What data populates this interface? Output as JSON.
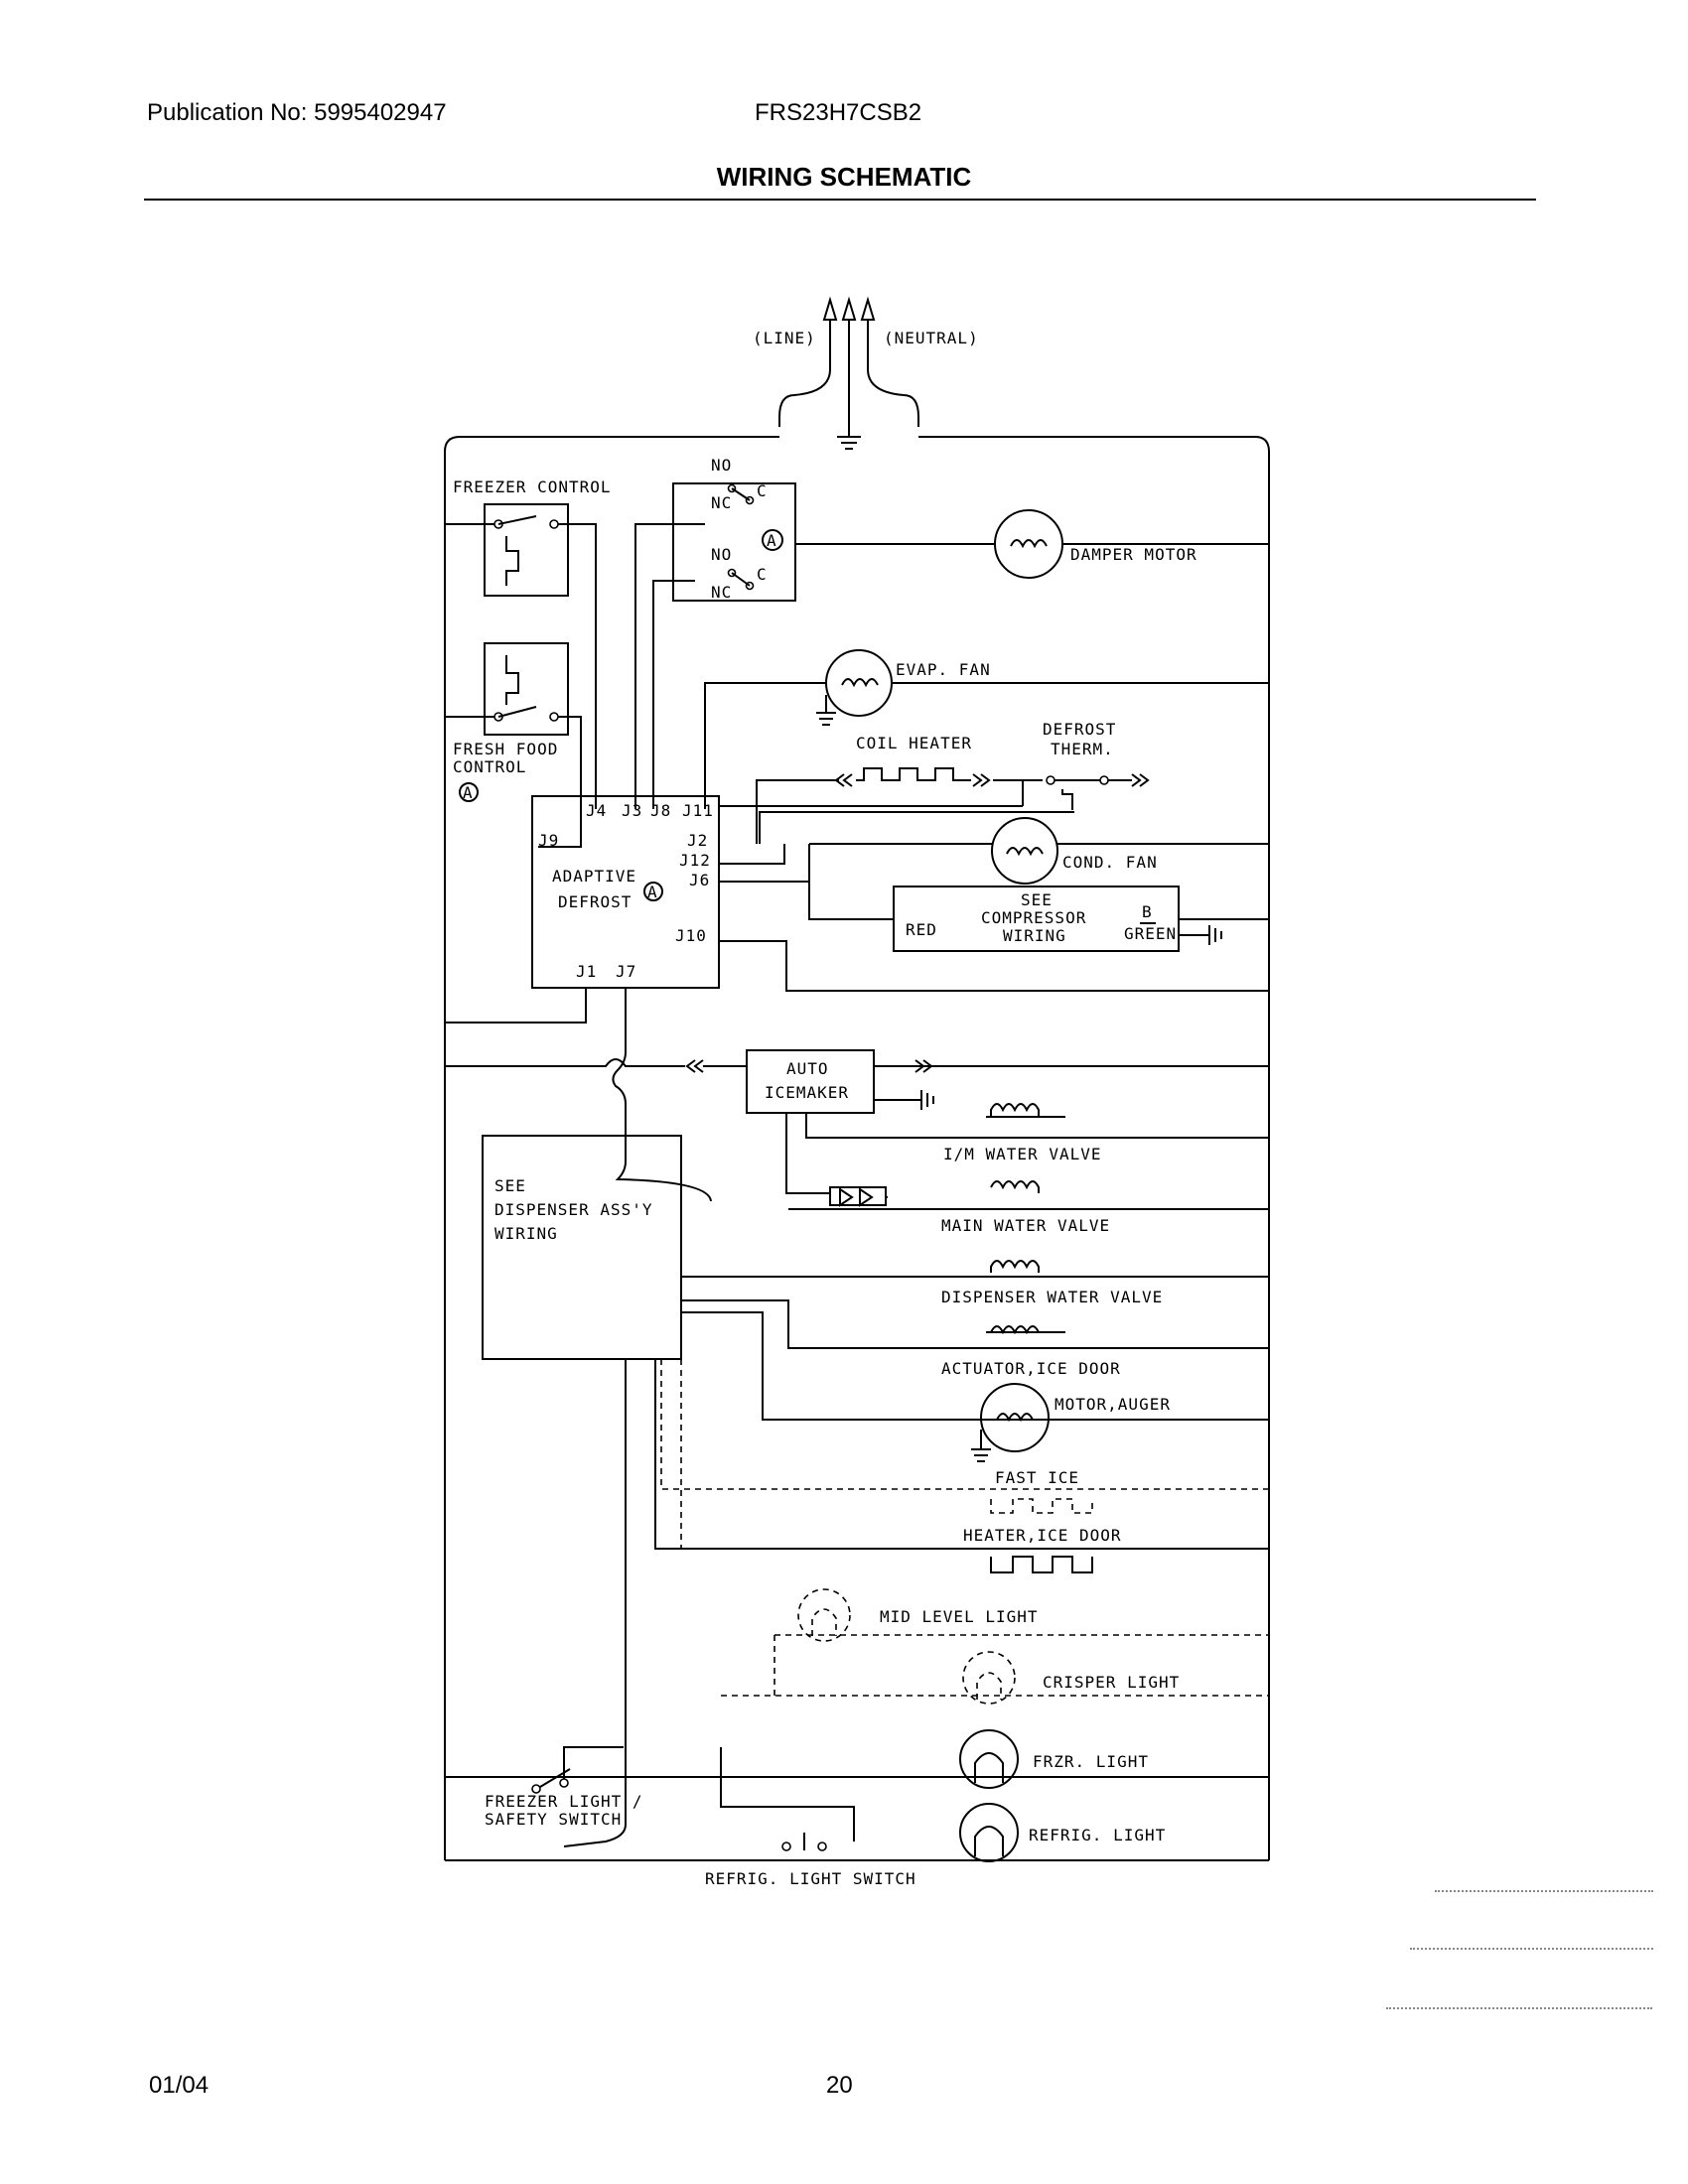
{
  "header": {
    "publication": "Publication No: 5995402947",
    "model": "FRS23H7CSB2",
    "title": "WIRING SCHEMATIC"
  },
  "footer": {
    "date": "01/04",
    "page": "20"
  },
  "labels": {
    "line": "(LINE)",
    "neutral": "(NEUTRAL)",
    "freezer_control": "FREEZER CONTROL",
    "fresh_food_1": "FRESH FOOD",
    "fresh_food_2": "CONTROL",
    "marker_a": "A",
    "no": "NO",
    "nc": "NC",
    "c": "C",
    "damper_motor": "DAMPER MOTOR",
    "evap_fan": "EVAP. FAN",
    "coil_heater": "COIL HEATER",
    "defrost_therm_1": "DEFROST",
    "defrost_therm_2": "THERM.",
    "cond_fan": "COND. FAN",
    "compressor_1": "SEE",
    "compressor_2": "COMPRESSOR",
    "compressor_3": "WIRING",
    "red": "RED",
    "b": "B",
    "green": "GREEN",
    "adaptive_1": "ADAPTIVE",
    "adaptive_2": "DEFROST",
    "j4": "J4",
    "j3": "J3",
    "j8": "J8",
    "j11": "J11",
    "j9": "J9",
    "j2": "J2",
    "j12": "J12",
    "j6": "J6",
    "j10": "J10",
    "j1": "J1",
    "j7": "J7",
    "icemaker_1": "AUTO",
    "icemaker_2": "ICEMAKER",
    "dispenser_1": "SEE",
    "dispenser_2": "DISPENSER ASS'Y",
    "dispenser_3": "WIRING",
    "im_water_valve": "I/M WATER VALVE",
    "main_water_valve": "MAIN WATER VALVE",
    "dispenser_water_valve": "DISPENSER WATER VALVE",
    "actuator_ice_door": "ACTUATOR,ICE DOOR",
    "motor_auger": "MOTOR,AUGER",
    "fast_ice": "FAST ICE",
    "heater_ice_door": "HEATER,ICE DOOR",
    "mid_level_light": "MID LEVEL LIGHT",
    "crisper_light": "CRISPER LIGHT",
    "frzr_light": "FRZR. LIGHT",
    "refrig_light": "REFRIG. LIGHT",
    "freezer_light_switch_1": "FREEZER LIGHT /",
    "freezer_light_switch_2": "SAFETY SWITCH",
    "refrig_light_switch": "REFRIG. LIGHT SWITCH"
  }
}
